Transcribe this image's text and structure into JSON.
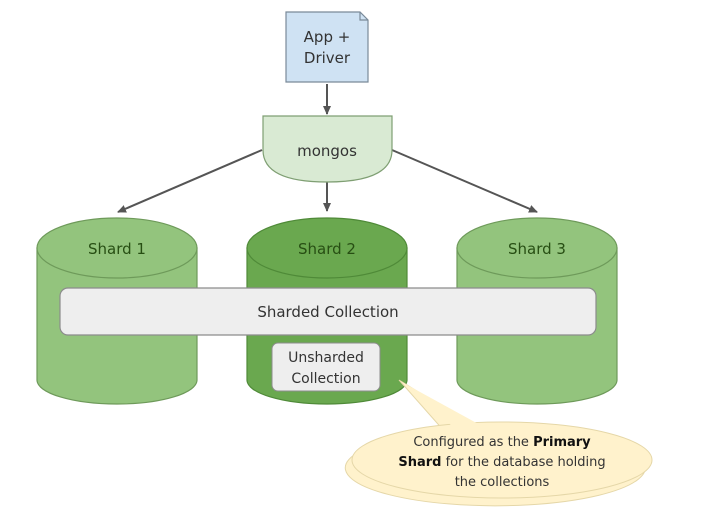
{
  "app": {
    "label_line1": "App +",
    "label_line2": "Driver"
  },
  "mongos": {
    "label": "mongos"
  },
  "shards": [
    {
      "label": "Shard 1"
    },
    {
      "label": "Shard 2"
    },
    {
      "label": "Shard 3"
    }
  ],
  "sharded_collection": {
    "label": "Sharded Collection"
  },
  "unsharded_collection": {
    "label_line1": "Unsharded",
    "label_line2": "Collection"
  },
  "callout": {
    "line1_pre": "Configured as the ",
    "line1_bold": "Primary",
    "line2_bold": "Shard",
    "line2_post": " for the database holding",
    "line3": "the collections"
  },
  "colors": {
    "app_fill": "#cfe2f3",
    "mongos_fill": "#d9ead3",
    "shard_fill": "#93c47d",
    "primary_shard_fill": "#6aa84f",
    "collection_fill": "#eeeeee",
    "callout_fill": "#fff2cc",
    "text_dark_green": "#274e13",
    "arrow": "#555555"
  }
}
